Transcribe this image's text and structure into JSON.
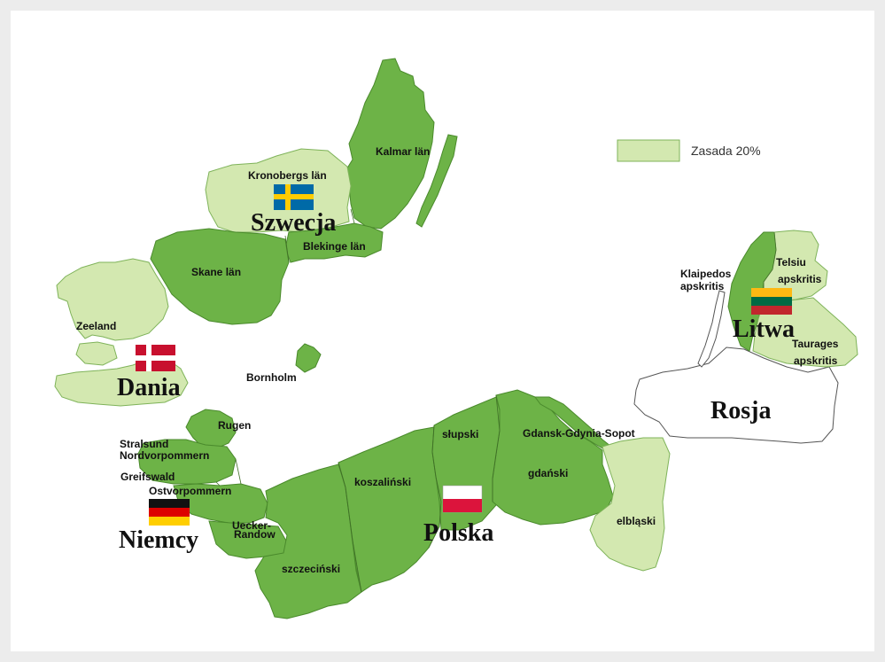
{
  "legend": {
    "label": "Zasada 20%",
    "color": "#d3e8b0",
    "border_color": "#7fb35a"
  },
  "colors": {
    "included": "#6db347",
    "twenty_percent": "#d3e8b0",
    "outside": "#ffffff",
    "sea": "#ffffff",
    "frame": "#ececec"
  },
  "countries": {
    "szwecja": "Szwecja",
    "dania": "Dania",
    "niemcy": "Niemcy",
    "polska": "Polska",
    "litwa": "Litwa",
    "rosja": "Rosja"
  },
  "regions": {
    "kalmar": "Kalmar län",
    "kronobergs": "Kronobergs län",
    "blekinge": "Blekinge län",
    "skane": "Skane län",
    "bornholm": "Bornholm",
    "zeeland": "Zeeland",
    "rugen": "Rugen",
    "stralsund": "Stralsund",
    "nordvorpommern": "Nordvorpommern",
    "greifswald": "Greifswald",
    "ostvorpommern": "Ostvorpommern",
    "uecker_1": "Uecker-",
    "uecker_2": "Randow",
    "szczecinski": "szczeciński",
    "koszalinski": "koszaliński",
    "slupski": "słupski",
    "gdanski": "gdański",
    "gdansk_gdynia": "Gdansk-Gdynia-Sopot",
    "elblaski": "elbląski",
    "klaipedos_1": "Klaipedos",
    "klaipedos_2": "apskritis",
    "telsiu_1": "Telsiu",
    "telsiu_2": "apskritis",
    "taurages_1": "Taurages",
    "taurages_2": "apskritis"
  },
  "flags": [
    "sweden-flag",
    "denmark-flag",
    "germany-flag",
    "poland-flag",
    "lithuania-flag"
  ]
}
